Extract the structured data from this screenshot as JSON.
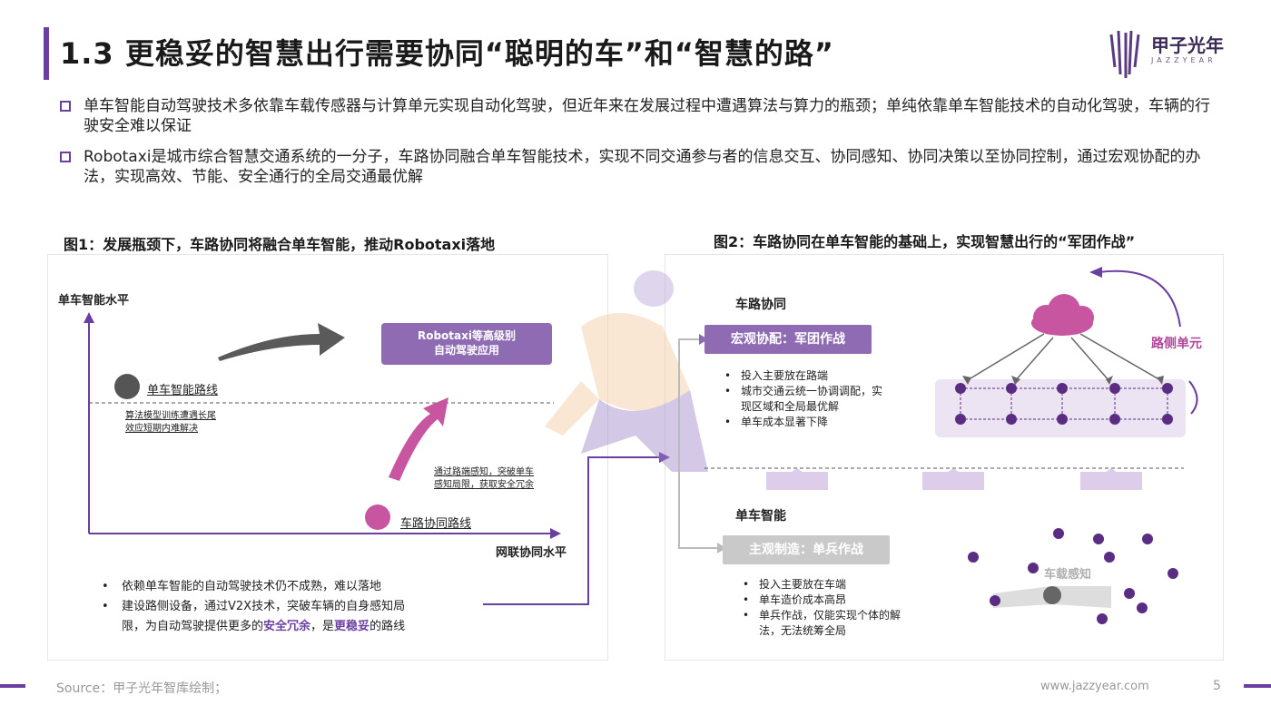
{
  "header": {
    "title": "1.3 更稳妥的智慧出行需要协同“聪明的车”和“智慧的路”",
    "logo_text": "甲子光年",
    "logo_sub": "JAZZYEAR"
  },
  "bullets": [
    "单车智能自动驾驶技术多依靠车载传感器与计算单元实现自动化驾驶，但近年来在发展过程中遭遇算法与算力的瓶颈；单纯依靠单车智能技术的自动化驾驶，车辆的行驶安全难以保证",
    "Robotaxi是城市综合智慧交通系统的一分子，车路协同融合单车智能技术，实现不同交通参与者的信息交互、协同感知、协同决策以至协同控制，通过宏观协配的办法，实现高效、节能、安全通行的全局交通最优解"
  ],
  "fig1": {
    "title": "图1：发展瓶颈下，车路协同将融合单车智能，推动Robotaxi落地",
    "y_axis": "单车智能水平",
    "x_axis": "网联协同水平",
    "robotaxi_line1": "Robotaxi等高级别",
    "robotaxi_line2": "自动驾驶应用",
    "single_route": "单车智能路线",
    "single_note_1": "算法模型训练遭遇长尾",
    "single_note_2": "效应短期内难解决",
    "coop_route": "车路协同路线",
    "coop_note_1": "通过路端感知，突破单车",
    "coop_note_2": "感知局限，获取安全冗余",
    "points": [
      "依赖单车智能的自动驾驶技术仍不成熟，难以落地",
      "建设路侧设备，通过V2X技术，突破车辆的自身感知局"
    ],
    "point3_pre": "限，为自动驾驶提供更多的",
    "point3_hl1": "安全冗余",
    "point3_mid": "，是",
    "point3_hl2": "更稳妥",
    "point3_post": "的路线"
  },
  "fig2": {
    "title": "图2：车路协同在单车智能的基础上，实现智慧出行的“军团作战”",
    "coop_label": "车路协同",
    "macro_box": "宏观协配：军团作战",
    "macro_points": [
      "投入主要放在路端",
      "城市交通云统一协调调配，实",
      "现区域和全局最优解",
      "单车成本显著下降"
    ],
    "roadside": "路侧单元",
    "single_label": "单车智能",
    "micro_box": "主观制造：单兵作战",
    "micro_points": [
      "投入主要放在车端",
      "单车造价成本高昂",
      "单兵作战，仅能实现个体的解",
      "法，无法统筹全局"
    ],
    "onboard": "车载感知"
  },
  "footer": {
    "source": "Source：甲子光年智库绘制；",
    "url": "www.jazzyear.com",
    "page": "5"
  },
  "colors": {
    "accent": "#6b3fa0",
    "box_purple": "#8f6bb3",
    "pink": "#c8559f",
    "grid_purple": "#5a2d82"
  }
}
